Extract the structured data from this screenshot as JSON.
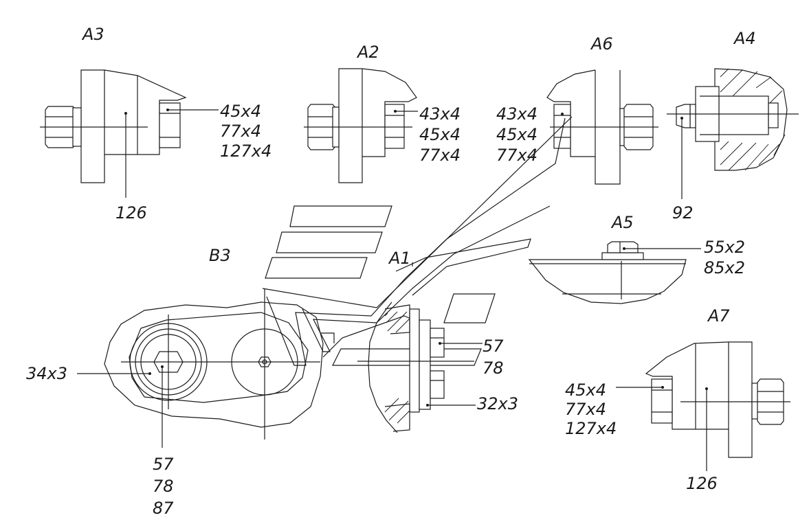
{
  "views": {
    "a3": "А3",
    "a2": "А2",
    "a6": "А6",
    "a4": "А4",
    "a5": "А5",
    "a1": "А1",
    "b3": "В3",
    "a7": "А7"
  },
  "callouts": {
    "a3_right": [
      "45х4",
      "77х4",
      "127х4"
    ],
    "a3_bottom": "126",
    "a2_right": [
      "43х4",
      "45х4",
      "77х4"
    ],
    "a6_left": [
      "43х4",
      "45х4",
      "77х4"
    ],
    "a4_bottom": "92",
    "a5_right": [
      "55х2",
      "85х2"
    ],
    "a1_right_top": [
      "57",
      "78"
    ],
    "a1_right_bottom": "32х3",
    "b3_left": "34х3",
    "b3_bottom": [
      "57",
      "78",
      "87"
    ],
    "a7_left": [
      "45х4",
      "77х4",
      "127х4"
    ],
    "a7_bottom": "126"
  }
}
